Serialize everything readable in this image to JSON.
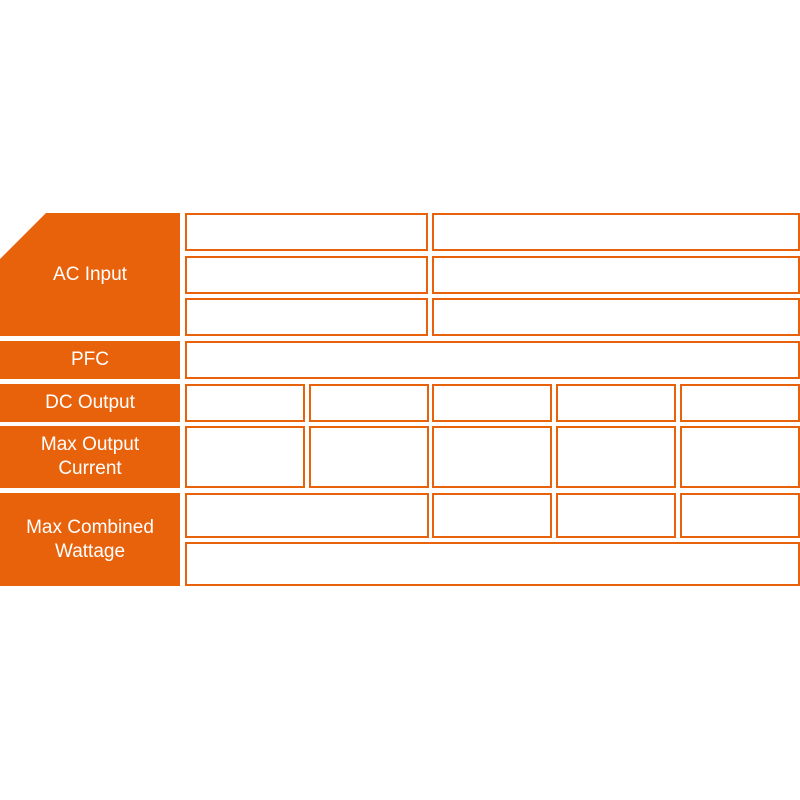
{
  "colors": {
    "accent": "#e8620c",
    "background": "#ffffff",
    "label_text": "#ffffff"
  },
  "rows": {
    "ac_input": {
      "label": "AC Input"
    },
    "pfc": {
      "label": "PFC"
    },
    "dc_output": {
      "label": "DC Output"
    },
    "max_output_current": {
      "label_line1": "Max Output",
      "label_line2": "Current"
    },
    "max_combined_wattage": {
      "label_line1": "Max Combined",
      "label_line2": "Wattage"
    }
  }
}
